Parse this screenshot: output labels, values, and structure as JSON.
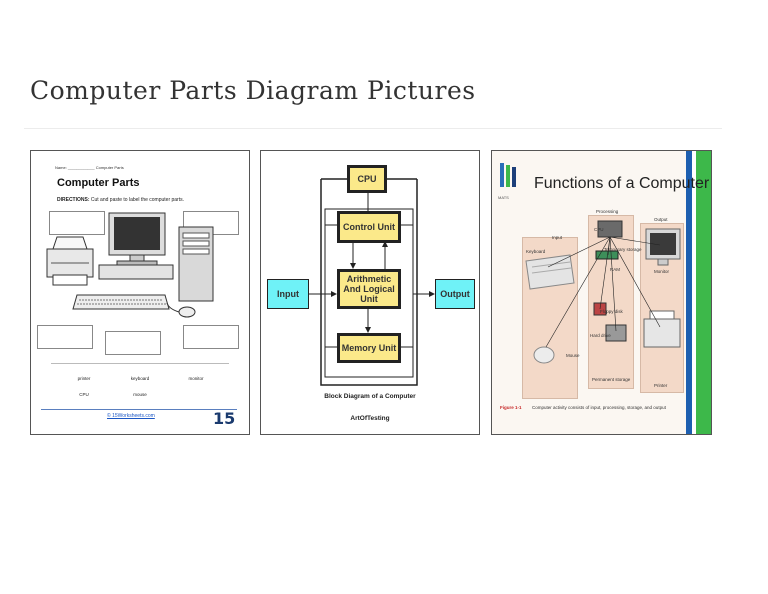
{
  "page": {
    "title": "Computer Parts Diagram Pictures"
  },
  "thumbnails": [
    {
      "name_line": "Name: ____________   Computer Parts",
      "heading": "Computer Parts",
      "directions_label": "DIRECTIONS:",
      "directions_text": "Cut and paste to label the computer parts.",
      "words": [
        "printer",
        "keyboard",
        "monitor",
        "CPU",
        "mouse"
      ],
      "footer_link": "© 15Worksheets.com",
      "logo": "15"
    },
    {
      "cpu": "CPU",
      "control_unit": "Control Unit",
      "alu_line1": "Arithmetic",
      "alu_line2": "And Logical Unit",
      "memory_unit": "Memory Unit",
      "input": "Input",
      "output": "Output",
      "caption": "Block Diagram of a Computer",
      "credit": "ArtOfTesting"
    },
    {
      "title": "Functions of a Computer",
      "logo_text": "MATS",
      "labels": {
        "processing": "Processing",
        "input": "Input",
        "output": "Output",
        "temporary_storage": "Temporary storage",
        "ram": "RAM",
        "keyboard": "Keyboard",
        "mouse": "Mouse",
        "floppy_disk": "Floppy disk",
        "hard_drive": "Hard drive",
        "permanent_storage": "Permanent storage",
        "monitor": "Monitor",
        "printer": "Printer",
        "cpu": "CPU"
      },
      "figure_label": "Figure 1-1",
      "figure_caption": "Computer activity consists of input, processing, storage, and output"
    }
  ]
}
